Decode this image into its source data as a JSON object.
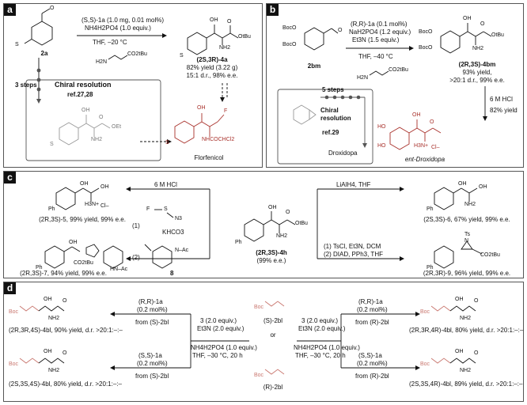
{
  "panels": {
    "a": {
      "label": "a",
      "reactant": "2a",
      "conditions": [
        "(S,S)-1a (1.0 mg, 0.01 mol%)",
        "NH4H2PO4 (1.0 equiv.)",
        "THF, –20 °C"
      ],
      "product_name": "(2S,3R)-4a",
      "product_yield": "82% yield (3.22 g)",
      "product_sel": "15:1 d.r., 98% e.e.",
      "box_steps": "3 steps",
      "box_res": "Chiral resolution",
      "box_ref": "ref.27,28",
      "target": "Florfenicol",
      "lbl_oh": "OH",
      "lbl_nh2": "NH2",
      "lbl_otbu": "OtBu",
      "lbl_o": "O",
      "lbl_s": "S",
      "lbl_oet": "OEt",
      "lbl_f": "F",
      "lbl_nhcocl2": "NHCOCHCl2",
      "lbl_h2n": "H2N",
      "lbl_co2tbu": "CO2tBu"
    },
    "b": {
      "label": "b",
      "reactant": "2bm",
      "conditions": [
        "(R,R)-1a (0.1 mol%)",
        "NaH2PO4 (1.2 equiv.)",
        "Et3N (1.5 equiv.)",
        "THF, –40 °C"
      ],
      "product_name": "(2R,3S)-4bm",
      "product_yield": "93% yield,",
      "product_sel": ">20:1 d.r., 99% e.e.",
      "hcl": "6 M HCl",
      "hcl_yield": "82% yield",
      "box_steps": "5 steps",
      "box_res": "Chiral resolution",
      "box_ref": "ref.29",
      "box_target": "Droxidopa",
      "final": "ent-Droxidopa",
      "lbl_boco": "BocO",
      "lbl_ho": "HO",
      "lbl_cl": "Cl–",
      "lbl_h3n": "H3N+"
    },
    "c": {
      "label": "c",
      "center_name": "(2R,3S)-4h",
      "center_ee": "(99% e.e.)",
      "r1": "6 M HCl",
      "r2": "LiAlH4, THF",
      "r3_1": "(1)",
      "r3_kh": "KHCO3",
      "r3_2": "(2)",
      "r3_8": "8",
      "r4_1": "(1) TsCl, Et3N, DCM",
      "r4_2": "(2) DIAD, PPh3, THF",
      "p5": "(2R,3S)-5, 99% yield, 99% e.e.",
      "p6": "(2S,3S)-6, 67% yield, 99% e.e.",
      "p7": "(2R,3S)-7, 94% yield, 99% e.e.",
      "p9": "(2R,3R)-9, 96% yield, 99% e.e.",
      "lbl_ph": "Ph",
      "lbl_n3": "N3",
      "lbl_f": "F",
      "lbl_ts": "Ts",
      "lbl_n": "N",
      "lbl_nhac": "N–Ac",
      "lbl_hnac": "HN–Ac",
      "lbl_co2tbu": "CO2tBu",
      "lbl_co2tbu2": "CO2tBu"
    },
    "d": {
      "label": "d",
      "left_cond": [
        "3 (2.0 equiv.)",
        "Et3N (2.0 equiv.)",
        "NH4H2PO4 (1.0 equiv.)",
        "THF, –30 °C, 20 h"
      ],
      "right_cond": [
        "3 (2.0 equiv.)",
        "Et3N (2.0 equiv.)",
        "NH4H2PO4 (1.0 equiv.)",
        "THF, –30 °C, 20 h"
      ],
      "ul_cat": "(R,R)-1a",
      "ul_mol": "(0.2 mol%)",
      "ul_from": "from (S)-2bl",
      "ll_cat": "(S,S)-1a",
      "ll_mol": "(0.2 mol%)",
      "ll_from": "from (S)-2bl",
      "ur_cat": "(R,R)-1a",
      "ur_mol": "(0.2 mol%)",
      "ur_from": "from (R)-2bl",
      "lr_cat": "(S,S)-1a",
      "lr_mol": "(0.2 mol%)",
      "lr_from": "from (R)-2bl",
      "s2bl": "(S)-2bl",
      "or": "or",
      "r2bl": "(R)-2bl",
      "p_ul": "(2R,3R,4S)-4bl, 90% yield, d.r. >20:1:–:–",
      "p_ll": "(2S,3S,4S)-4bl, 80% yield, d.r. >20:1:–:–",
      "p_ur": "(2R,3R,4R)-4bl, 80% yield, d.r. >20:1:–:–",
      "p_lr": "(2S,3S,4R)-4bl, 89% yield, d.r. >20:1:–:–",
      "lbl_boc": "Boc",
      "lbl_n": "N",
      "lbl_h": "H"
    }
  }
}
